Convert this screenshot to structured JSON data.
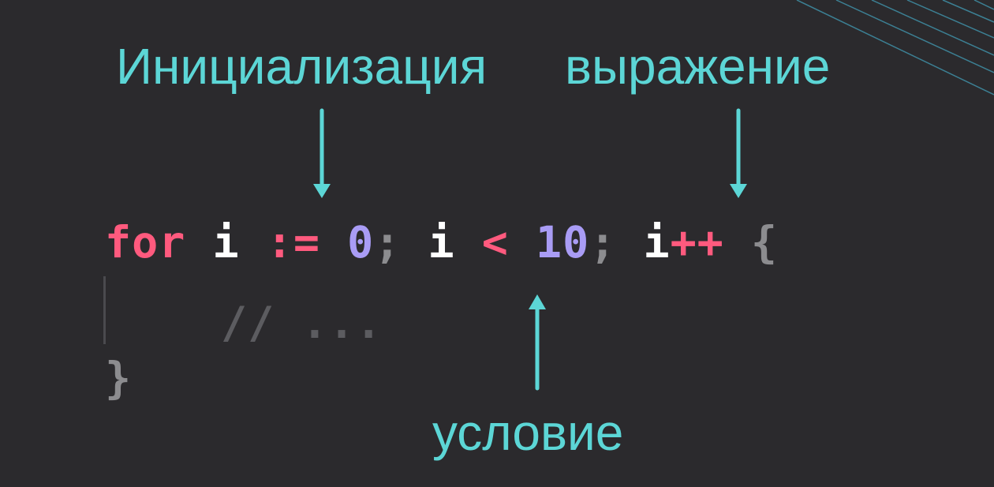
{
  "labels": {
    "init": "Инициализация",
    "expr": "выражение",
    "cond": "условие"
  },
  "code": {
    "line1": {
      "kw_for": "for",
      "var_i_1": "i",
      "op_assign": ":=",
      "num_0": "0",
      "semi_1": ";",
      "var_i_2": "i",
      "op_lt": "<",
      "num_10": "10",
      "semi_2": ";",
      "var_i_3": "i",
      "op_inc": "++",
      "brace_open": "{"
    },
    "line2": {
      "comment": "// ..."
    },
    "line3": {
      "brace_close": "}"
    }
  },
  "colors": {
    "background": "#2b2a2d",
    "label": "#5cd6d6",
    "keyword": "#ff5a7e",
    "number": "#a99cf5",
    "identifier": "#ffffff",
    "punctuation": "#8c8c8f",
    "comment": "#5c5c60"
  }
}
